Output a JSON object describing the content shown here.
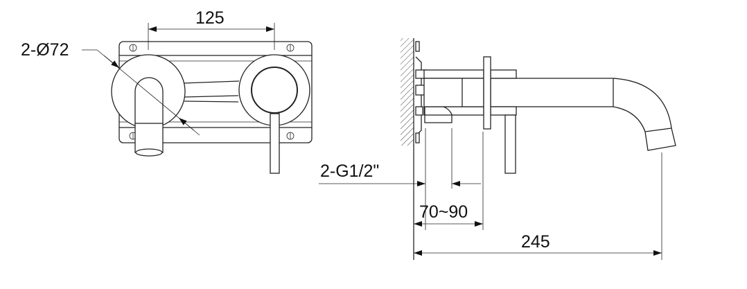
{
  "front_view": {
    "dim_spacing": "125",
    "dim_diameter": "2-Ø72"
  },
  "side_view": {
    "dim_thread": "2-G1/2\"",
    "dim_depth": "70~90",
    "dim_projection": "245"
  }
}
